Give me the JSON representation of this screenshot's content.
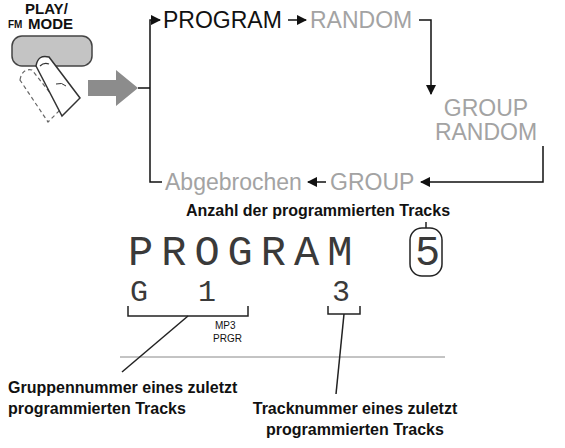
{
  "diagram": {
    "nodes": [
      {
        "text": [
          "PROGRAM"
        ]
      },
      {
        "text": [
          "RANDOM"
        ]
      },
      {
        "text": [
          "GROUP RANDOM"
        ]
      },
      {
        "text": [
          "GROUP"
        ]
      },
      {
        "text": [
          "Abgebrochen"
        ]
      }
    ],
    "edges": [
      {
        "from": 0,
        "to": 1,
        "arrow": "to"
      },
      {
        "from": 1,
        "to": 2,
        "arrow": "to"
      },
      {
        "from": 2,
        "to": 3,
        "arrow": "to"
      },
      {
        "from": 3,
        "to": 4,
        "arrow": "to"
      },
      {
        "from": 4,
        "to": 0,
        "arrow": "to"
      }
    ],
    "labels": [
      "PLAY/",
      "FM",
      "MODE",
      "Anzahl der programmierten Tracks",
      "PROGRAM",
      "5",
      "G",
      "1",
      "3",
      "MP3",
      "PRGR",
      "Gruppennummer eines zuletzt programmierten Tracks",
      "Tracknummer eines zuletzt programmierten Tracks"
    ]
  }
}
